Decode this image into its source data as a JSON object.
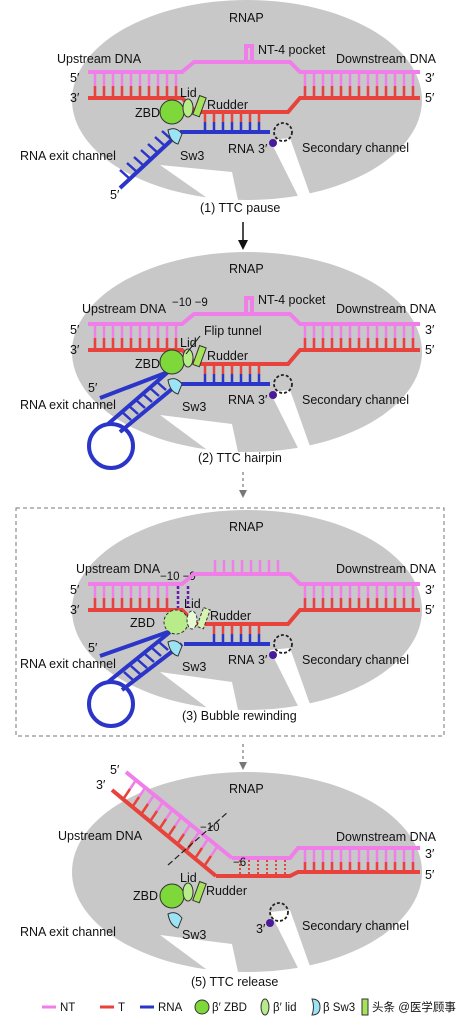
{
  "colors": {
    "nt": "#f07ee8",
    "t": "#e8423c",
    "rna": "#2b35c8",
    "rnap": "#c8c8c8",
    "zbd": "#7ed83a",
    "lid": "#b8ec8a",
    "sw3": "#9ce3f5",
    "rudder": "#a7e35a",
    "nucleotide": "#4a1a9a"
  },
  "panel1": {
    "rnap": "RNAP",
    "upstream": "Upstream DNA",
    "downstream": "Downstream DNA",
    "nt4": "NT-4 pocket",
    "lid": "Lid",
    "rudder": "Rudder",
    "zbd": "ZBD",
    "rna": "RNA",
    "sw3": "Sw3",
    "exit": "RNA exit channel",
    "secondary": "Secondary channel",
    "p5": "5′",
    "p3": "3′",
    "caption": "(1) TTC pause"
  },
  "panel2": {
    "rnap": "RNAP",
    "upstream": "Upstream DNA",
    "downstream": "Downstream DNA",
    "nt4": "NT-4 pocket",
    "minus": "−10 −9",
    "flip": "Flip tunnel",
    "lid": "Lid",
    "rudder": "Rudder",
    "zbd": "ZBD",
    "rna": "RNA",
    "sw3": "Sw3",
    "exit": "RNA exit channel",
    "secondary": "Secondary channel",
    "p5": "5′",
    "p3": "3′",
    "caption": "(2) TTC hairpin"
  },
  "panel3": {
    "rnap": "RNAP",
    "upstream": "Upstream DNA",
    "downstream": "Downstream DNA",
    "minus": "−10 −9",
    "lid": "Lid",
    "rudder": "Rudder",
    "zbd": "ZBD",
    "rna": "RNA",
    "sw3": "Sw3",
    "exit": "RNA exit channel",
    "secondary": "Secondary channel",
    "p5": "5′",
    "p3": "3′",
    "caption": "(3) Bubble rewinding"
  },
  "panel5": {
    "rnap": "RNAP",
    "upstream": "Upstream DNA",
    "downstream": "Downstream DNA",
    "m10": "−10",
    "m6": "−6",
    "lid": "Lid",
    "rudder": "Rudder",
    "zbd": "ZBD",
    "sw3": "Sw3",
    "exit": "RNA exit channel",
    "secondary": "Secondary channel",
    "p5": "5′",
    "p3": "3′",
    "caption": "(5) TTC release"
  },
  "legend": {
    "nt": "NT",
    "t": "T",
    "rna": "RNA",
    "zbd": "β′ ZBD",
    "lid": "β′ lid",
    "sw3": "β Sw3"
  },
  "watermark": "头条 @医学顾事"
}
